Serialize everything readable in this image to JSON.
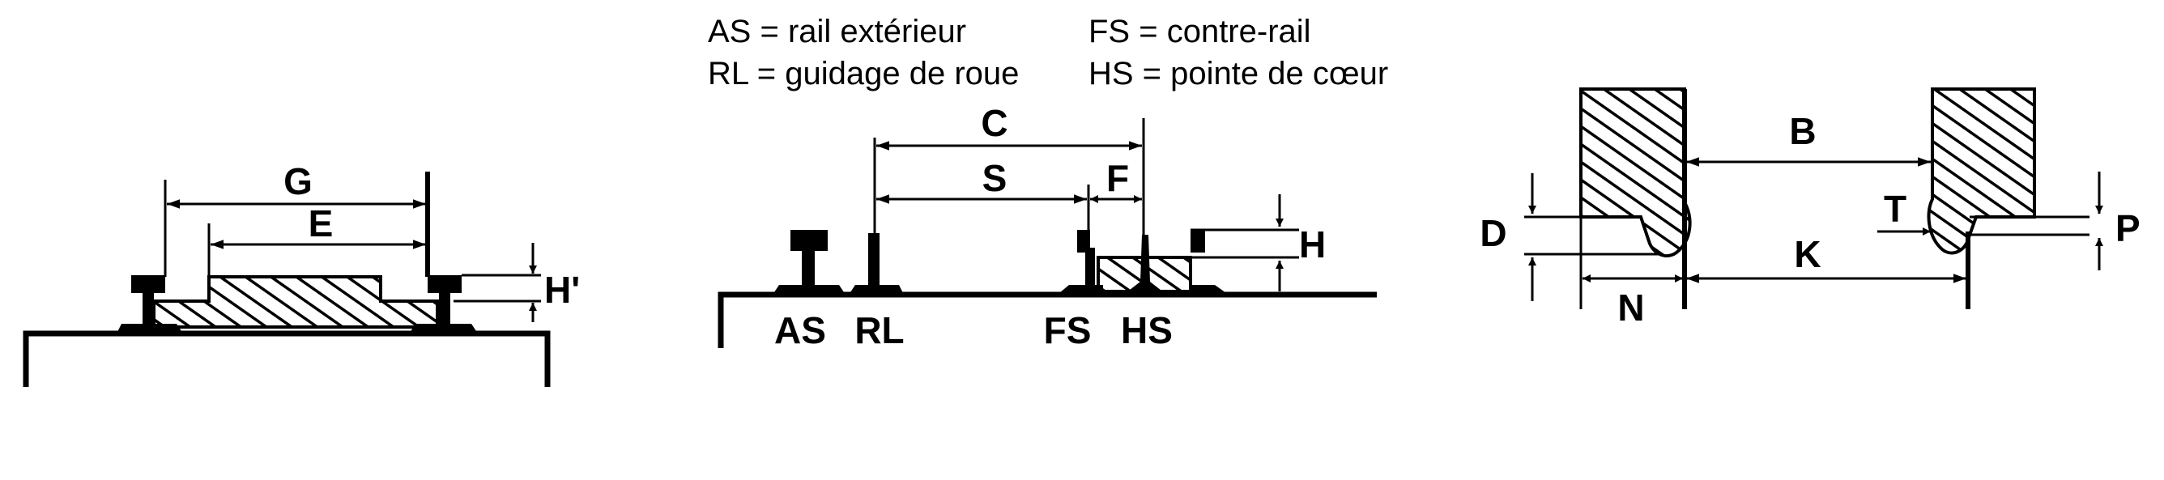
{
  "legend": {
    "as": "AS = rail extérieur",
    "rl": "RL = guidage de roue",
    "fs": "FS = contre-rail",
    "hs": "HS = pointe de cœur"
  },
  "figure1": {
    "labels": {
      "g": "G",
      "e": "E",
      "h_prime": "H'"
    }
  },
  "figure2": {
    "labels": {
      "c": "C",
      "s": "S",
      "f": "F",
      "h": "H",
      "as": "AS",
      "rl": "RL",
      "fs": "FS",
      "hs": "HS"
    }
  },
  "figure3": {
    "labels": {
      "b": "B",
      "k": "K",
      "t": "T",
      "p": "P",
      "d": "D",
      "n": "N"
    }
  },
  "colors": {
    "ink": "#000000",
    "background": "#ffffff"
  }
}
